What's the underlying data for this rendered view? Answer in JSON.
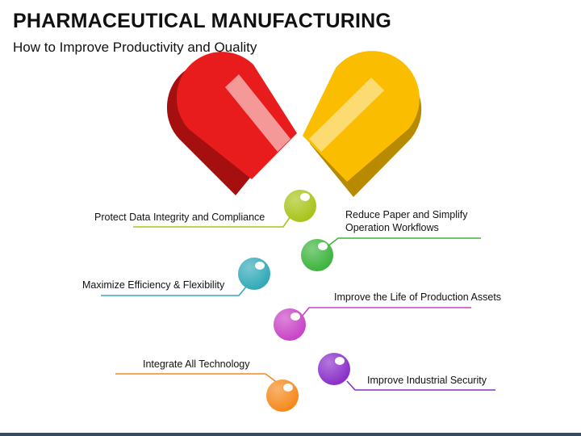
{
  "header": {
    "title": "PHARMACEUTICAL MANUFACTURING",
    "subtitle": "How to Improve Productivity and Quality"
  },
  "colors": {
    "capsule_left": "#e81c1c",
    "capsule_left_shadow": "#a50f0f",
    "capsule_right": "#fbbd00",
    "capsule_right_shadow": "#b88a00",
    "lime": "#a8c41a",
    "green": "#3db43d",
    "teal": "#32a9b8",
    "magenta": "#c944c6",
    "orange": "#f5891c",
    "purple": "#8a2fc9"
  },
  "items": [
    {
      "id": "protect",
      "text": "Protect Data Integrity and Compliance",
      "color": "lime"
    },
    {
      "id": "reduce",
      "text": "Reduce Paper and Simplify\nOperation Workflows",
      "color": "green"
    },
    {
      "id": "maximize",
      "text": "Maximize Efficiency & Flexibility",
      "color": "teal"
    },
    {
      "id": "improve-life",
      "text": "Improve the Life of Production Assets",
      "color": "magenta"
    },
    {
      "id": "integrate",
      "text": "Integrate All Technology",
      "color": "orange"
    },
    {
      "id": "security",
      "text": "Improve Industrial Security",
      "color": "purple"
    }
  ]
}
